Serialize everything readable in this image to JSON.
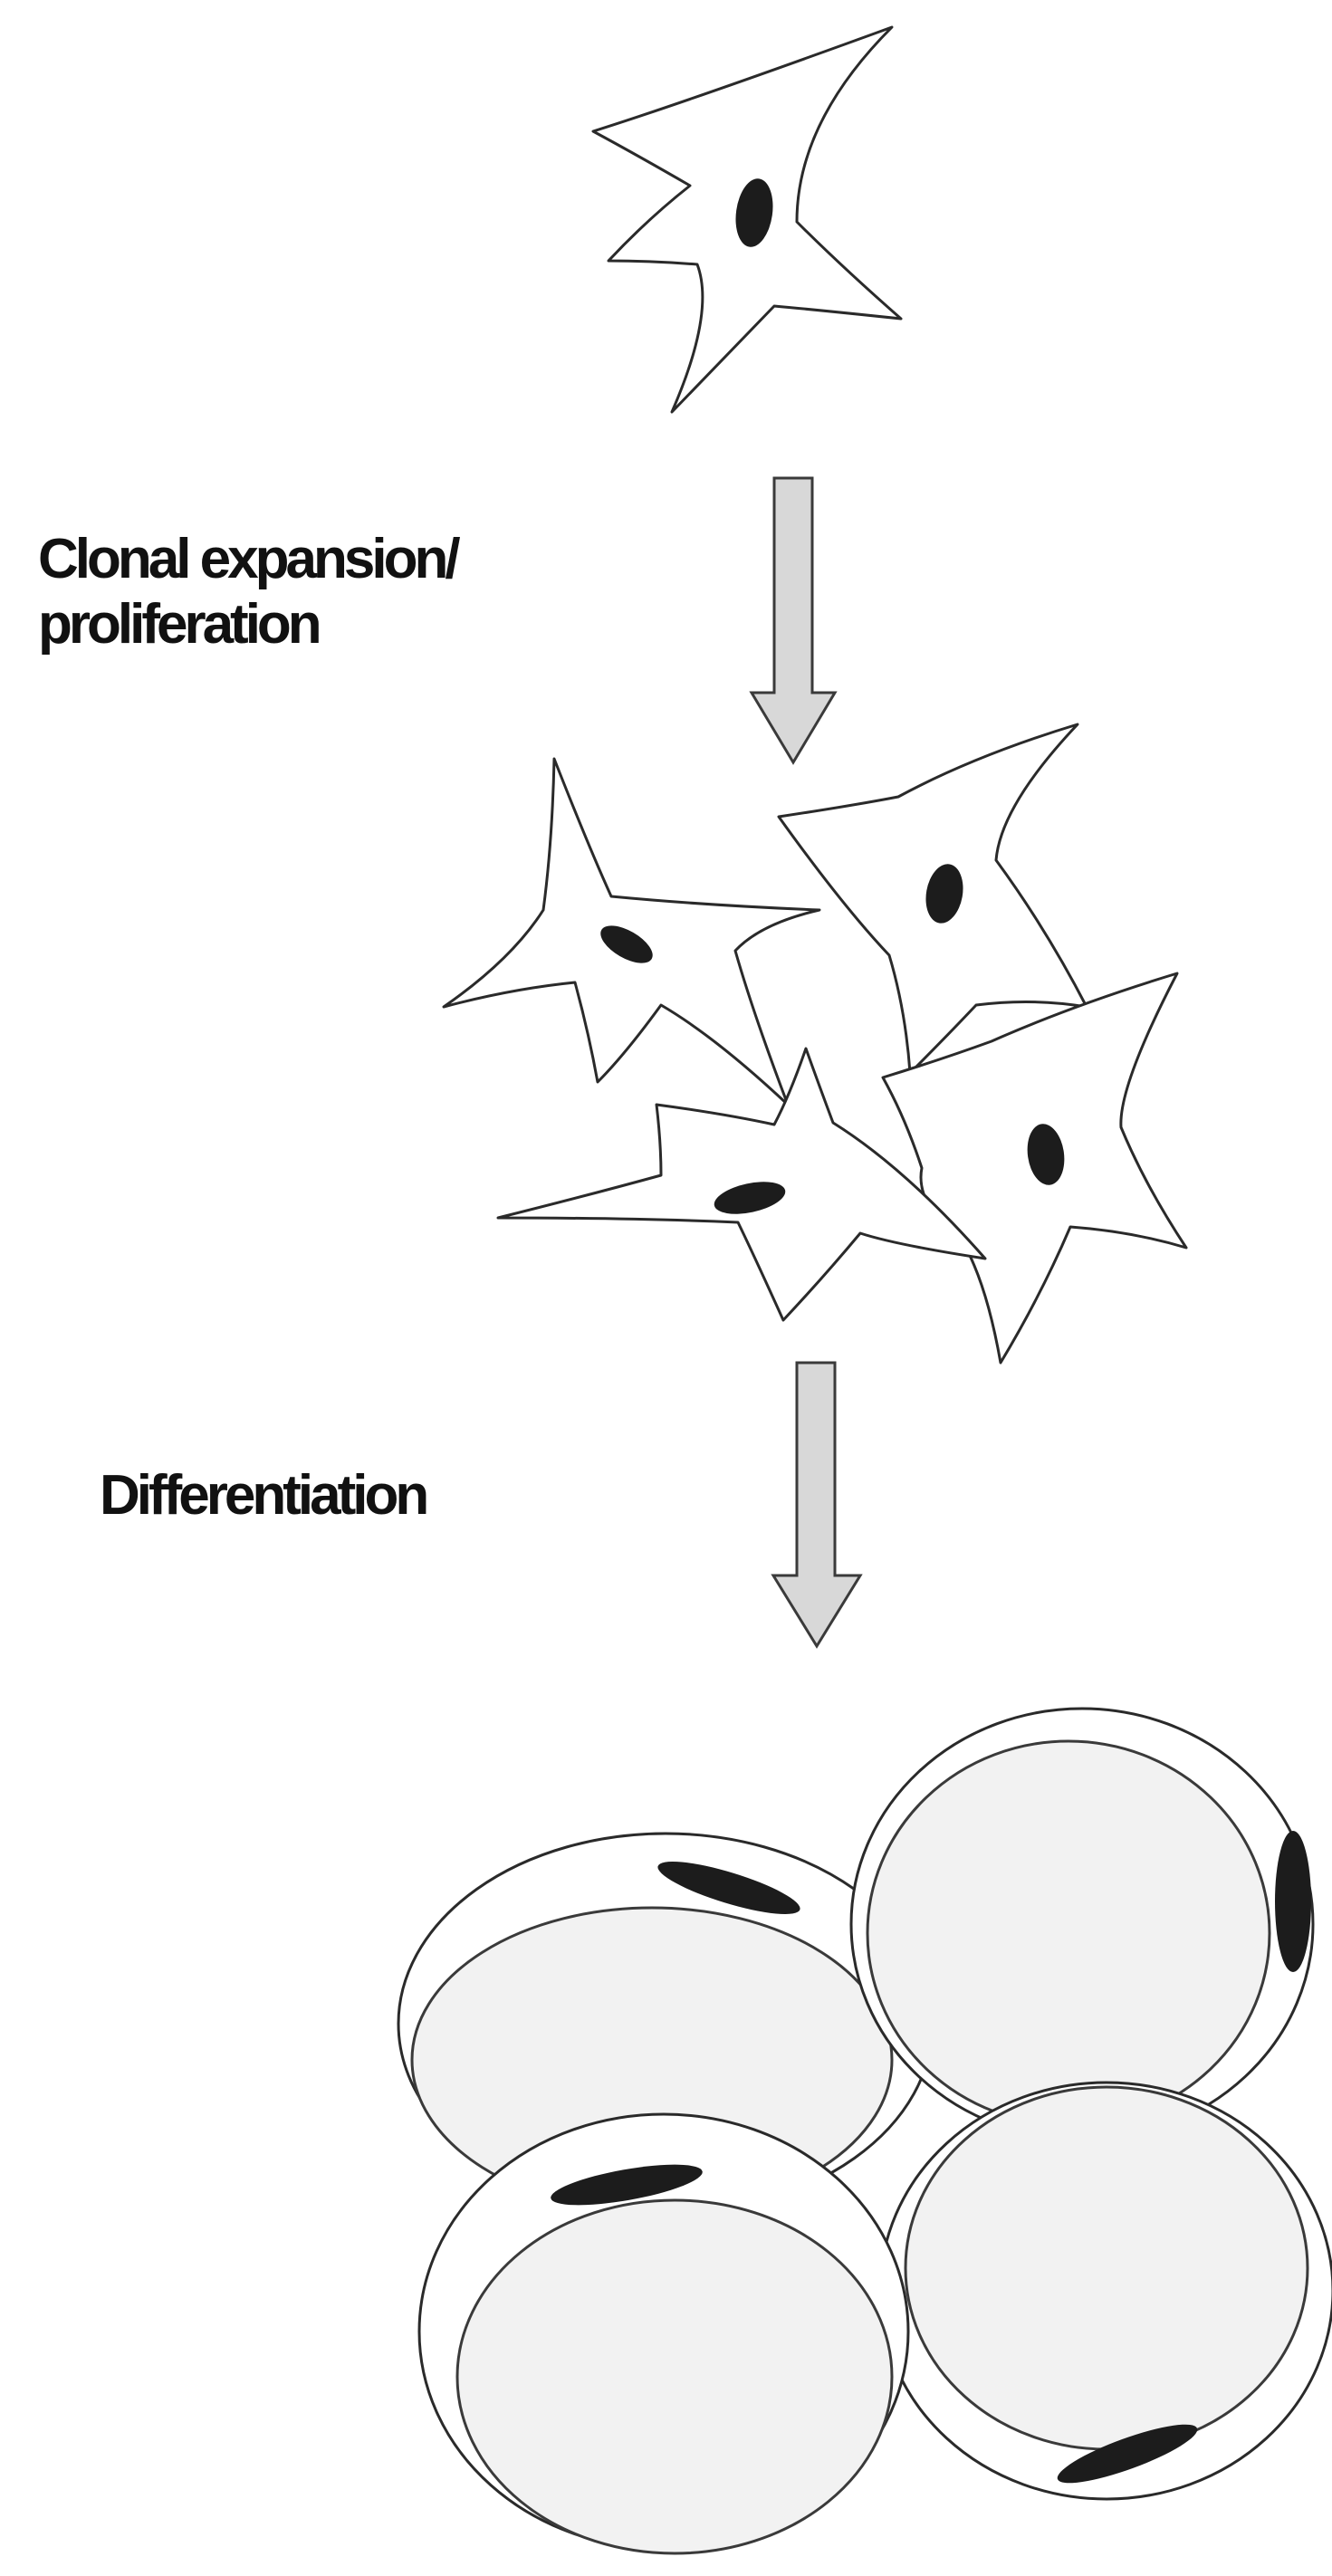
{
  "diagram": {
    "steps": [
      {
        "label_lines": [
          "Clonal expansion/",
          "proliferation"
        ]
      },
      {
        "label_lines": [
          "Differentiation"
        ]
      }
    ],
    "stages": [
      {
        "name": "progenitor-cell",
        "count": 1
      },
      {
        "name": "proliferating-cells",
        "count": 4
      },
      {
        "name": "differentiated-fat-cells",
        "count": 4
      }
    ]
  }
}
